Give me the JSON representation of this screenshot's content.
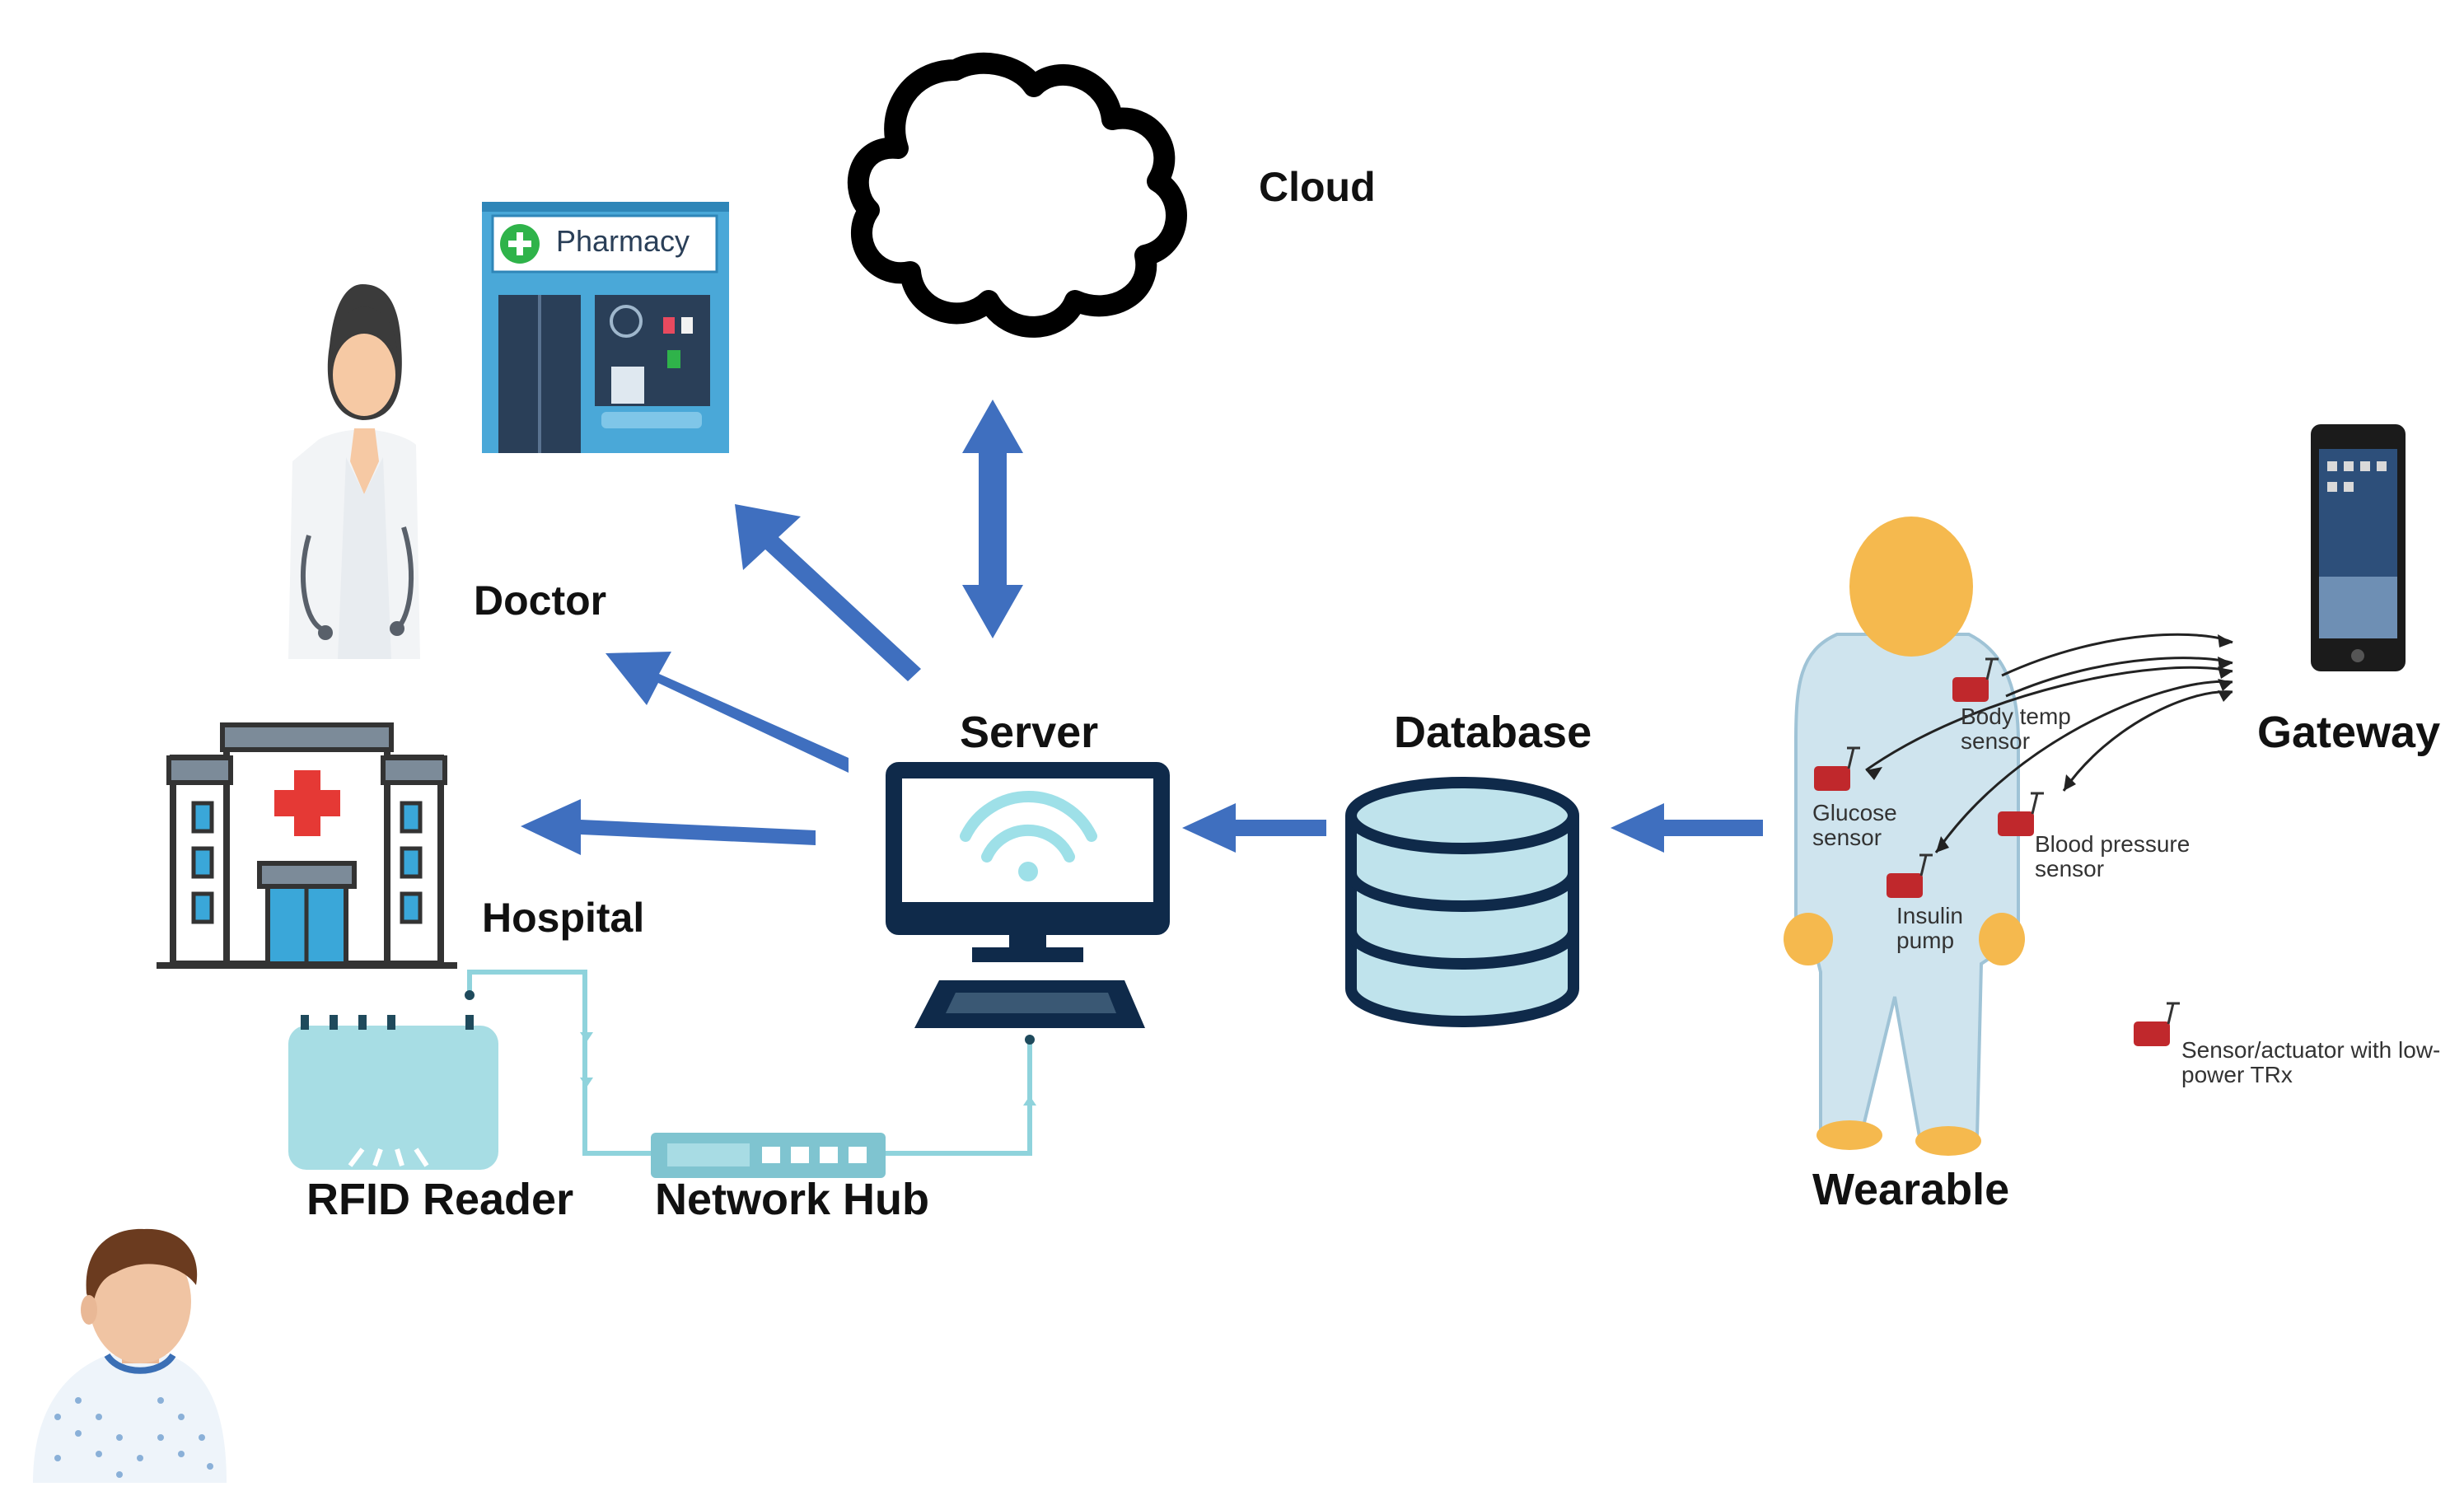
{
  "labels": {
    "cloud": "Cloud",
    "doctor": "Doctor",
    "hospital": "Hospital",
    "server": "Server",
    "database": "Database",
    "gateway": "Gateway",
    "wearable": "Wearable",
    "rfid_reader": "RFID Reader",
    "network_hub": "Network Hub",
    "pharmacy_sign": "Pharmacy"
  },
  "wearable_sensors": {
    "body_temp": "Body temp sensor",
    "glucose": "Glucose sensor",
    "blood_pressure": "Blood pressure sensor",
    "insulin": "Insulin pump",
    "legend": "Sensor/actuator with low-power TRx"
  },
  "colors": {
    "arrow": "#3f6fbf",
    "cable": "#8fd3dc",
    "device": "#0f2a4a",
    "database": "#bfe3ec",
    "sensor": "#c0282c"
  }
}
